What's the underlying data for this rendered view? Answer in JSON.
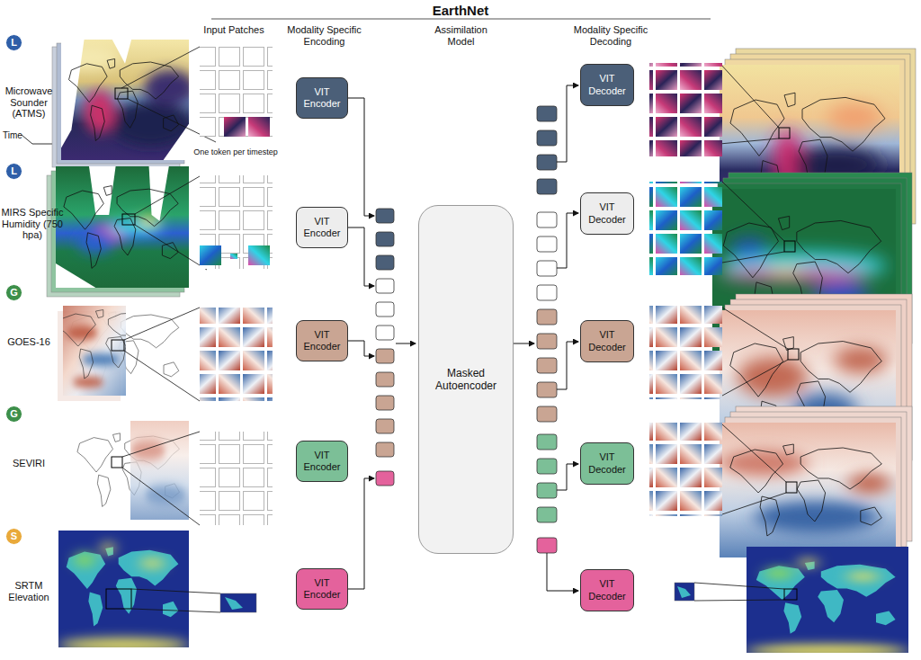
{
  "diagram": {
    "title": "EarthNet",
    "nodes": [
      {
        "text": [
          "L"
        ]
      },
      {
        "text": [
          "L"
        ]
      },
      {
        "text": [
          "G"
        ]
      },
      {
        "text": [
          "G"
        ]
      },
      {
        "text": [
          "S"
        ]
      },
      {
        "text": [
          "VIT Encoder"
        ]
      },
      {
        "text": [
          "VIT Encoder"
        ]
      },
      {
        "text": [
          "VIT Encoder"
        ]
      },
      {
        "text": [
          "VIT Encoder"
        ]
      },
      {
        "text": [
          "VIT Encoder"
        ]
      },
      {
        "text": [
          "Masked Autoencoder"
        ]
      },
      {
        "text": [
          "VIT Decoder"
        ]
      },
      {
        "text": [
          "VIT Decoder"
        ]
      },
      {
        "text": [
          "VIT Decoder"
        ]
      },
      {
        "text": [
          "VIT Decoder"
        ]
      },
      {
        "text": [
          "VIT Decoder"
        ]
      }
    ],
    "labels": [
      "Input Patches",
      "Modality Specific Encoding",
      "Assimilation Model",
      "Modality Specific Decoding",
      "Microwave Sounder (ATMS)",
      "Time",
      "One token per timestep",
      "MIRS Specific Humidity (750 hpa)",
      "GOES-16",
      "SEVIRI",
      "SRTM Elevation"
    ]
  }
}
